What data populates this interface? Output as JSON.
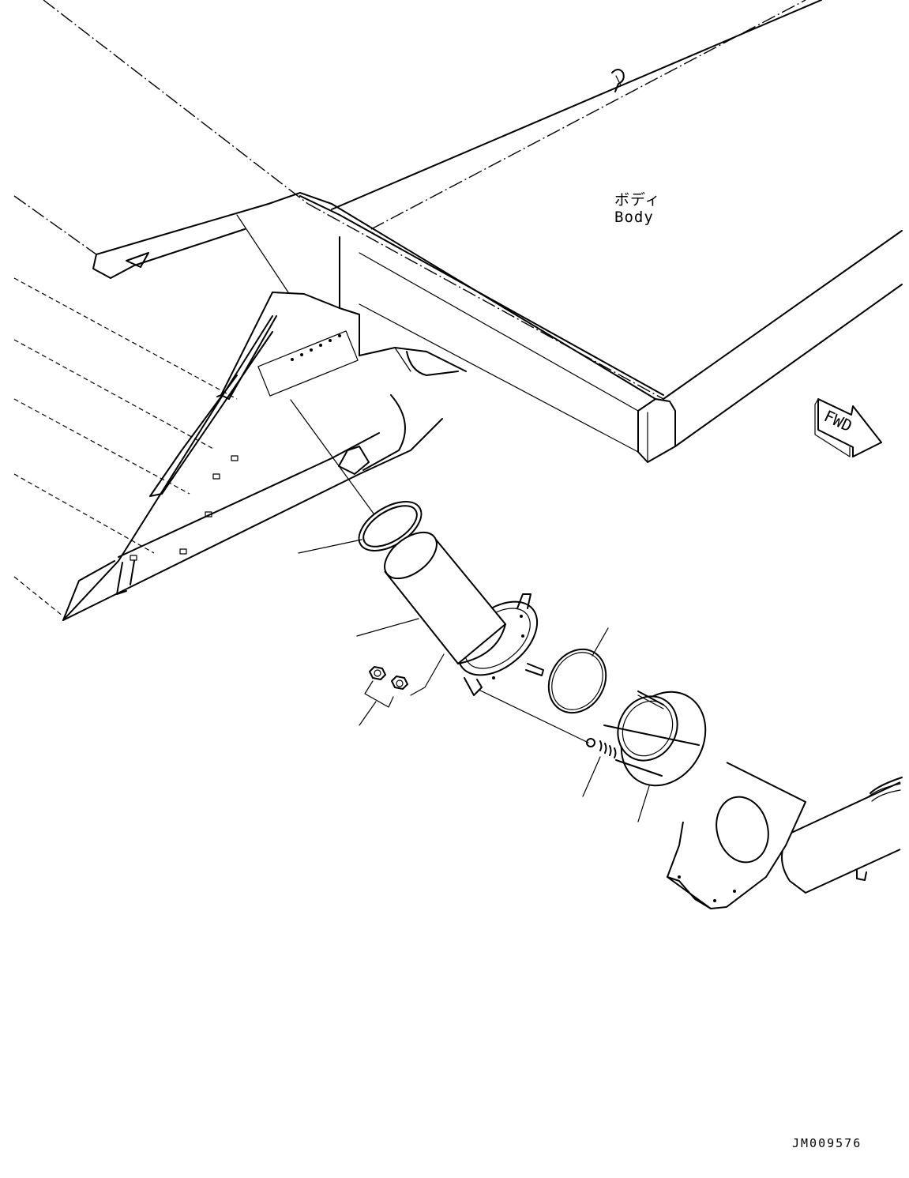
{
  "labels": {
    "body_jp": "ボディ",
    "body_en": "Body",
    "fwd": "FWD",
    "drawing_number": "JM009576"
  },
  "icons": {
    "fwd_arrow": "fwd-arrow-icon"
  }
}
